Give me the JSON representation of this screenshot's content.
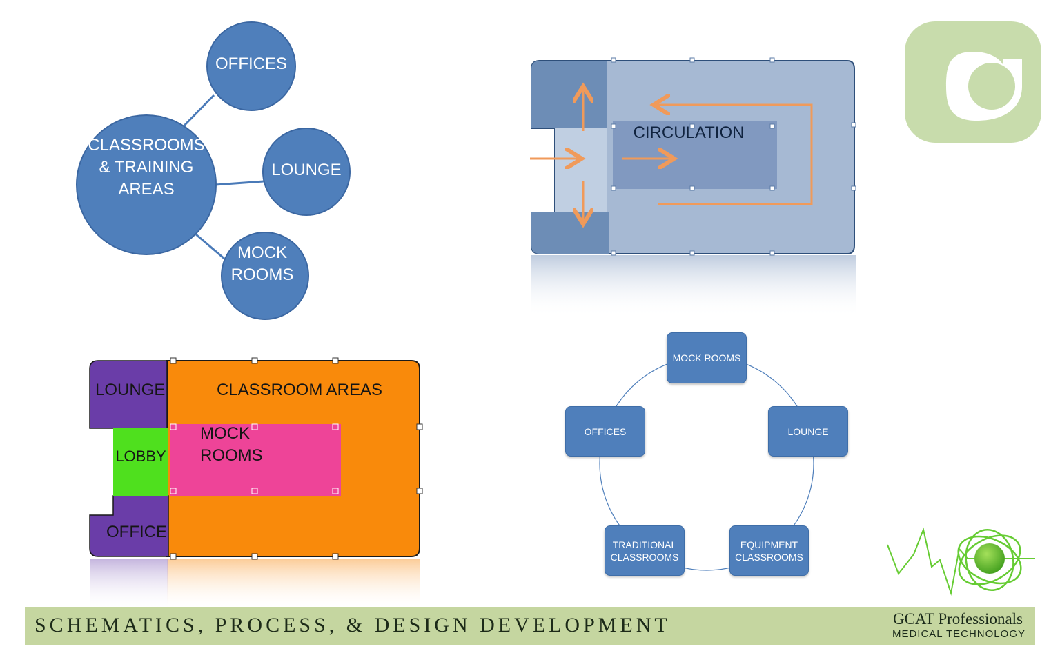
{
  "bubble_diagram": {
    "center": "CLASSROOMS & TRAINING AREAS",
    "offices": "OFFICES",
    "lounge": "LOUNGE",
    "mock_rooms": "MOCK ROOMS"
  },
  "circulation_plan": {
    "label": "CIRCULATION"
  },
  "floor_plan": {
    "lounge": "LOUNGE",
    "classroom_areas": "CLASSROOM AREAS",
    "lobby": "LOBBY",
    "mock_rooms": "MOCK ROOMS",
    "office": "OFFICE",
    "colors": {
      "lounge": "#6a3da8",
      "office": "#6a3da8",
      "classroom_areas": "#f98a0b",
      "lobby": "#4fe01e",
      "mock_rooms": "#ee4498"
    }
  },
  "cycle_diagram": {
    "nodes": {
      "mock_rooms": "MOCK ROOMS",
      "lounge": "LOUNGE",
      "equipment_classrooms": "EQUIPMENT CLASSROOMS",
      "traditional_classrooms": "TRADITIONAL CLASSROOMS",
      "offices": "OFFICES"
    }
  },
  "footer": {
    "title": "SCHEMATICS, PROCESS, & DESIGN DEVELOPMENT",
    "brand_name": "GCAT Professionals",
    "brand_sub": "MEDICAL TECHNOLOGY"
  },
  "colors": {
    "bubble_fill": "#4f7fbb",
    "bubble_stroke": "#3b67a2",
    "accent_green": "#c5d6a0",
    "arrow_orange": "#f09a5a",
    "logo_green": "#66cc33"
  },
  "icons": {
    "top_logo": "gcat-g-logo-icon",
    "bottom_logo": "heartbeat-atom-logo-icon"
  }
}
